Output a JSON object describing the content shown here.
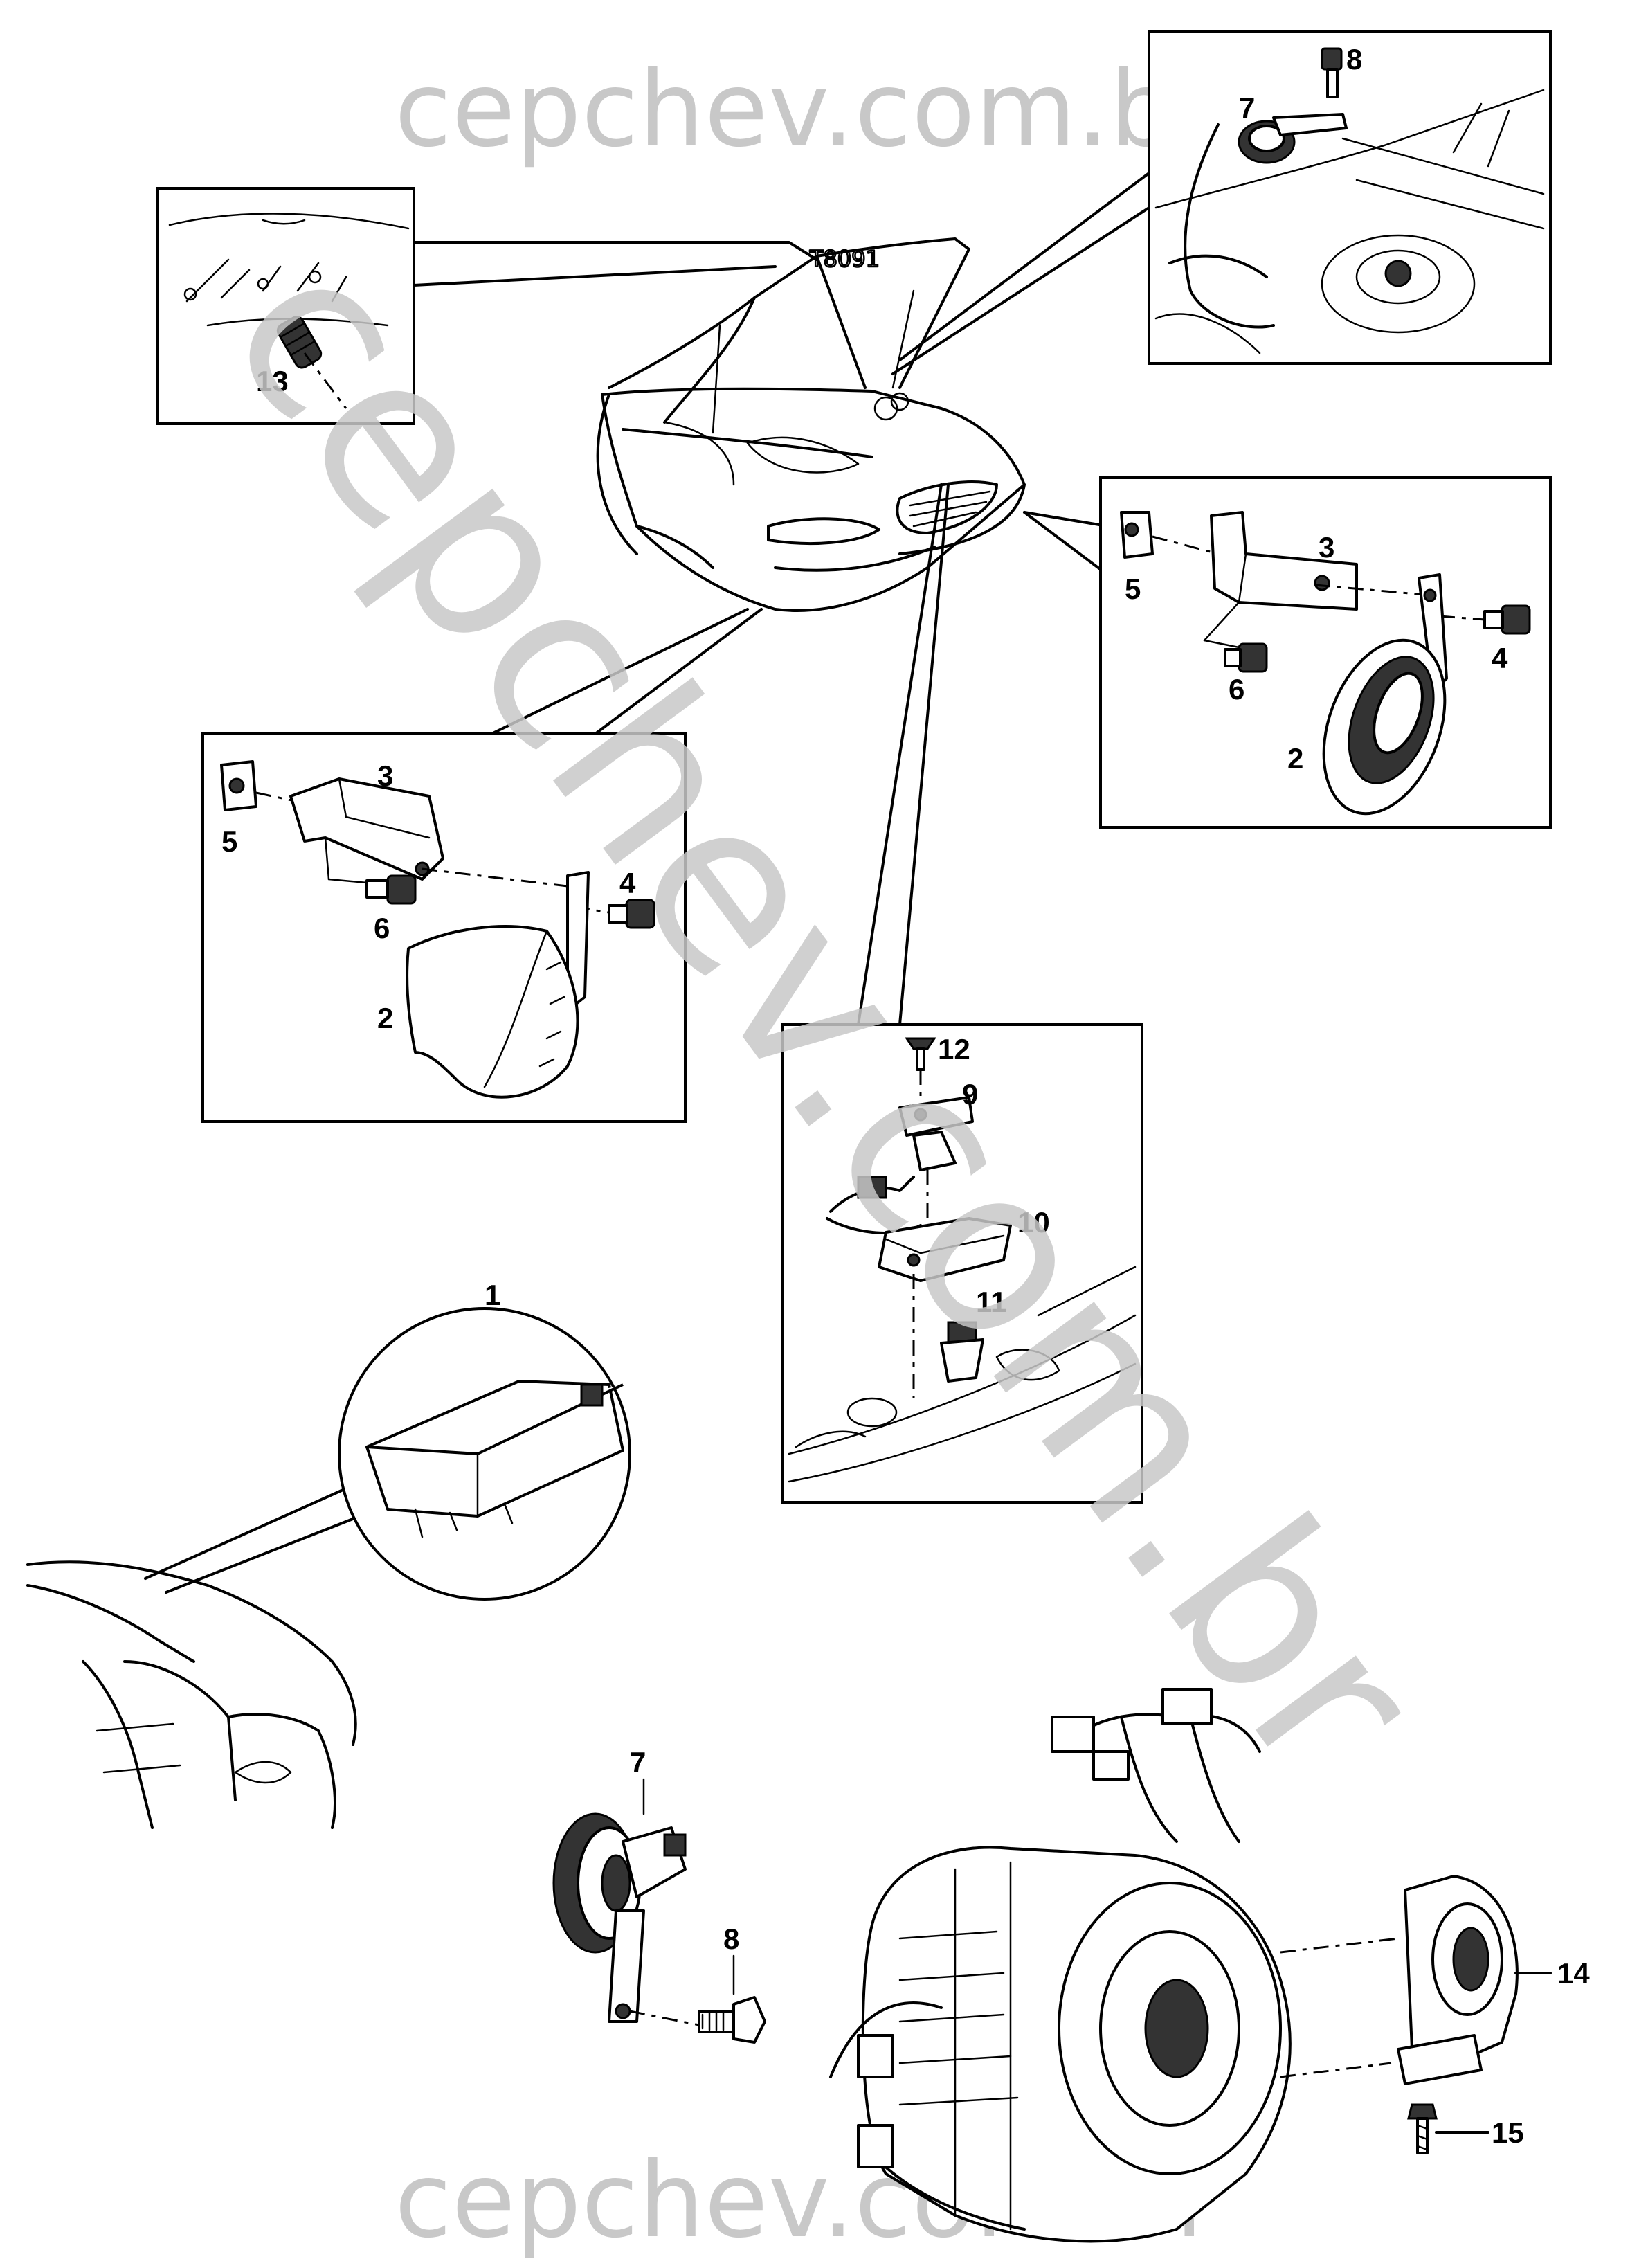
{
  "watermark": {
    "top": "cepchev.com.br",
    "diagonal": "cepchev.com.br",
    "bottom": "cepchev.com.br",
    "color": "#c8c8c8"
  },
  "car_marking": "T8091",
  "callouts": {
    "hood_detail": {
      "n13": "13"
    },
    "top_right_detail": {
      "n7": "7",
      "n8": "8"
    },
    "right_detail": {
      "n2": "2",
      "n3": "3",
      "n4": "4",
      "n5": "5",
      "n6": "6"
    },
    "left_detail": {
      "n2": "2",
      "n3": "3",
      "n4": "4",
      "n5": "5",
      "n6": "6"
    },
    "center_detail": {
      "n9": "9",
      "n10": "10",
      "n11": "11",
      "n12": "12"
    },
    "module_detail": {
      "n1": "1"
    },
    "bottom_horn": {
      "n7": "7",
      "n8": "8"
    },
    "steering_coil": {
      "n14": "14",
      "n15": "15"
    }
  },
  "icons": {
    "horn": "horn-icon",
    "bracket": "bracket-icon",
    "bolt": "bolt-icon",
    "nut_clip": "clip-nut-icon",
    "module": "control-module-icon",
    "switch": "hood-switch-icon",
    "clockspring": "clockspring-icon"
  }
}
